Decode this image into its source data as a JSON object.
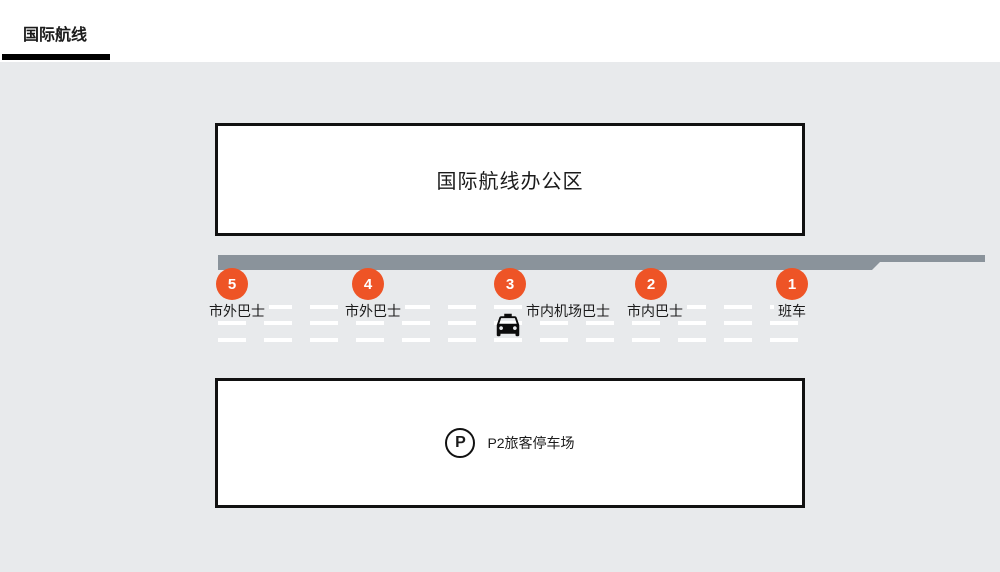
{
  "tab": {
    "label": "国际航线",
    "active": true
  },
  "map": {
    "office_area": {
      "label": "国际航线办公区"
    },
    "stops": [
      {
        "number": "5",
        "label": "市外巴士"
      },
      {
        "number": "4",
        "label": "市外巴士"
      },
      {
        "number": "3",
        "label": "市内机场巴士",
        "icon": "taxi-icon"
      },
      {
        "number": "2",
        "label": "市内巴士"
      },
      {
        "number": "1",
        "label": "班车"
      }
    ],
    "parking": {
      "badge": "P",
      "label": "P2旅客停车场"
    }
  },
  "colors": {
    "background": "#e8eaec",
    "road": "#8a939b",
    "stop_marker": "#ee5426",
    "dash": "#ffffff",
    "text": "#1b1b1b",
    "box_border": "#111111",
    "box_fill": "#ffffff"
  }
}
